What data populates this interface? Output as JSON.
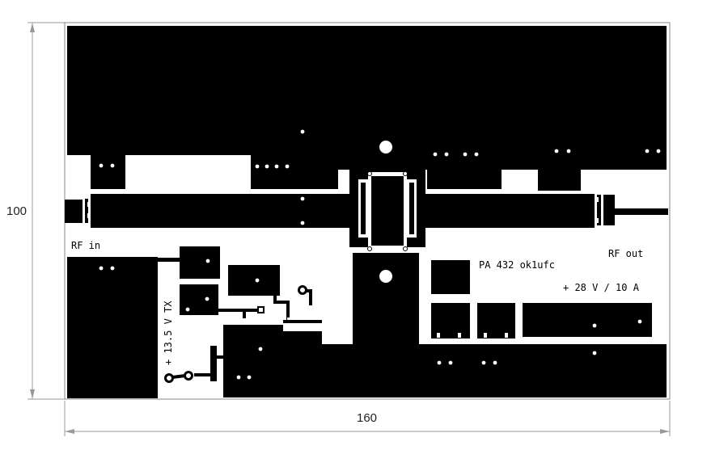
{
  "dimensions": {
    "width": "160",
    "height": "100"
  },
  "labels": {
    "rf_in": "RF in",
    "rf_out": "RF out",
    "title": "PA 432 ok1ufc",
    "supply_28": "+ 28 V / 10 A",
    "supply_tx": "+ 13.5 V TX"
  },
  "colors": {
    "copper": "#000000",
    "substrate": "#ffffff",
    "dimension_line": "#999999"
  }
}
